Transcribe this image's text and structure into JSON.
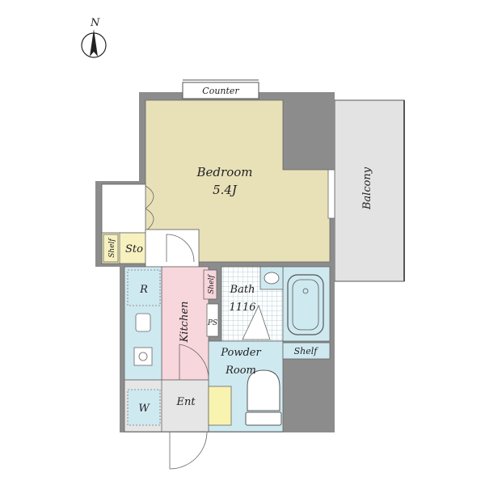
{
  "compass": {
    "label": "N"
  },
  "rooms": {
    "counter": "Counter",
    "bedroom": "Bedroom",
    "bedroom_size": "5.4J",
    "balcony": "Balcony",
    "shelf_storage": "Shelf",
    "storage": "Sto",
    "refrigerator": "R",
    "kitchen": "Kitchen",
    "shelf_kitchen": "Shelf",
    "pipe_space": "PS",
    "bath": "Bath",
    "bath_size": "1116",
    "shelf_powder": "Shelf",
    "powder_room_line1": "Powder",
    "powder_room_line2": "Room",
    "washer": "W",
    "entrance": "Ent"
  },
  "colors": {
    "bedroom": "#e8e1b8",
    "balcony": "#e3e3e3",
    "wall": "#8c8c8c",
    "kitchen": "#f7d6dc",
    "wet_area": "#cfe9f0",
    "storage": "#f7f1c0",
    "entrance": "#e6e6e6",
    "shoe_shelf": "#f9f3b0"
  }
}
